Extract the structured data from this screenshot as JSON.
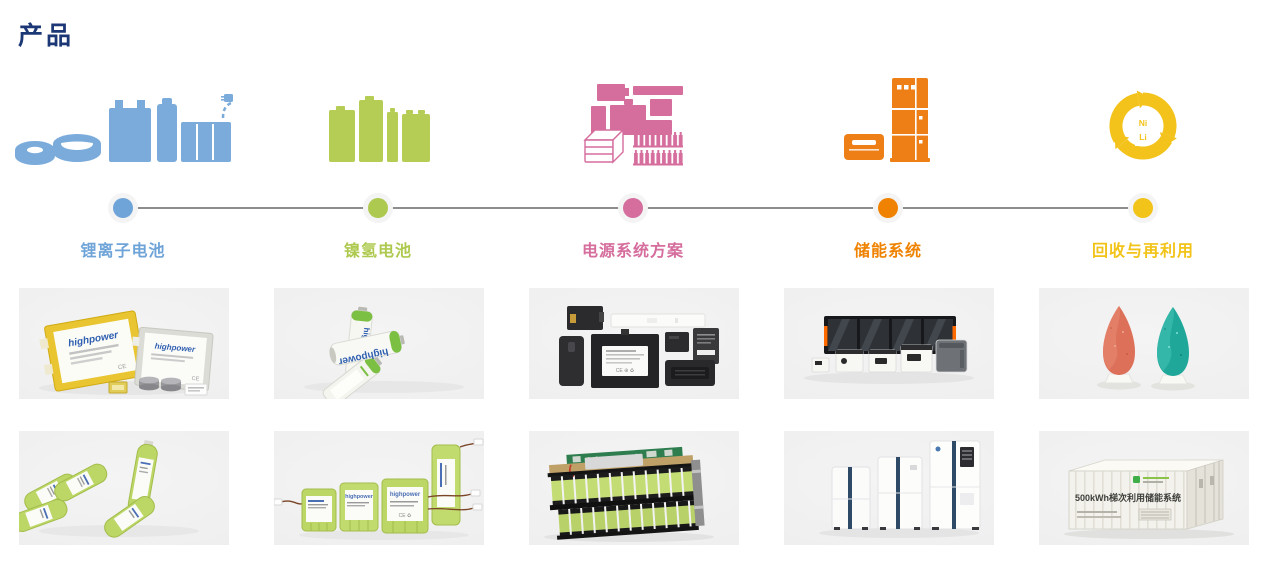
{
  "page": {
    "title": "产品"
  },
  "colors": {
    "title_navy": "#1c3775",
    "liion_blue": "#6fa4d8",
    "nimh_green": "#aec94f",
    "power_pink": "#d56d9d",
    "storage_orange": "#ef8200",
    "recycle_yellow": "#f2c318",
    "timeline_line_gray": "#8d8d8d",
    "card_background": "#f0f0f0"
  },
  "timeline": {
    "items": [
      {
        "label": "锂离子电池",
        "color": "#6fa4d8",
        "icon": "liion-batteries-icon"
      },
      {
        "label": "镍氢电池",
        "color": "#aec94f",
        "icon": "nimh-batteries-icon"
      },
      {
        "label": "电源系统方案",
        "color": "#d56d9d",
        "icon": "power-system-icon"
      },
      {
        "label": "储能系统",
        "color": "#ef8200",
        "icon": "storage-system-icon"
      },
      {
        "label": "回收与再利用",
        "color": "#f2c318",
        "icon": "recycle-icon"
      }
    ]
  },
  "photo_text": {
    "brand": "highpower",
    "container_label": "500kWh梯次利用储能系统",
    "recycle_ni": "Ni",
    "recycle_li": "Li"
  },
  "gallery": {
    "row1": [
      {
        "name": "liion-pouch-cells-photo"
      },
      {
        "name": "nimh-aa-batteries-photo"
      },
      {
        "name": "device-battery-packs-photo"
      },
      {
        "name": "portable-power-stations-photo"
      },
      {
        "name": "recycled-material-powders-photo"
      }
    ],
    "row2": [
      {
        "name": "liion-cylindrical-cells-photo"
      },
      {
        "name": "nimh-battery-packs-photo"
      },
      {
        "name": "battery-module-photo"
      },
      {
        "name": "home-storage-cabinets-photo"
      },
      {
        "name": "storage-container-photo"
      }
    ]
  }
}
